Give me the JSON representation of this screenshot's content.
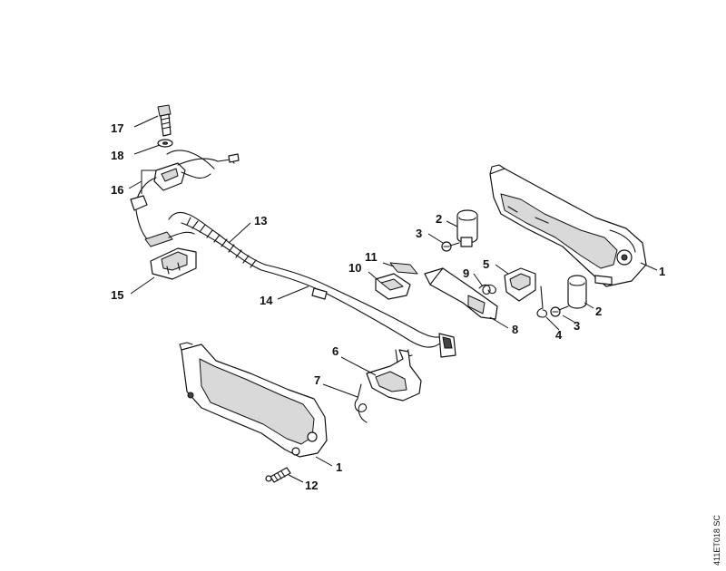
{
  "diagram": {
    "callouts": {
      "c17": "17",
      "c18": "18",
      "c16": "16",
      "c15": "15",
      "c13": "13",
      "c14": "14",
      "c11": "11",
      "c10": "10",
      "c9": "9",
      "c8": "8",
      "c5": "5",
      "c4": "4",
      "c3a": "3",
      "c2a": "2",
      "c3b": "3",
      "c2b": "2",
      "c1a": "1",
      "c6": "6",
      "c7": "7",
      "c1b": "1",
      "c12": "12"
    },
    "doc_code": "411ET018 SC"
  }
}
